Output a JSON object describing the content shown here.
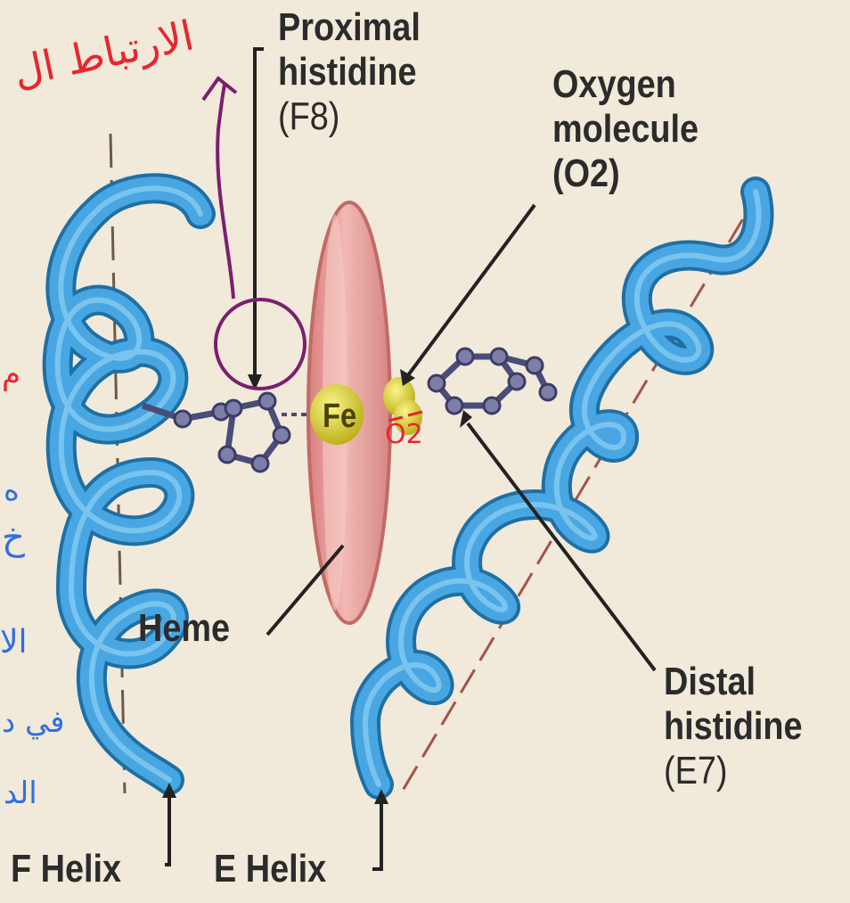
{
  "labels": {
    "proximal": [
      "Proximal",
      "histidine",
      "(F8)"
    ],
    "oxygen": [
      "Oxygen",
      "molecule",
      "(O2)"
    ],
    "heme": "Heme",
    "fe": "Fe",
    "distal": [
      "Distal",
      "histidine",
      "(E7)"
    ],
    "f_helix": "F Helix",
    "e_helix": "E Helix"
  },
  "annotations": {
    "arabic_top": "الارتباط ال",
    "o2_note": "O2",
    "arabic_fragments": [
      "م",
      "ه",
      "خ",
      "الا",
      "في د",
      "الد"
    ]
  },
  "colors": {
    "background": "#f1e9da",
    "helix": "#3d9bd6",
    "heme": "#e8a3a0",
    "iron": "#e2d936",
    "histidine": "#7d7fa8",
    "annotation_red": "#e8262c",
    "annotation_blue": "#2f6fe0",
    "annotation_purple": "#7a1f6e"
  }
}
